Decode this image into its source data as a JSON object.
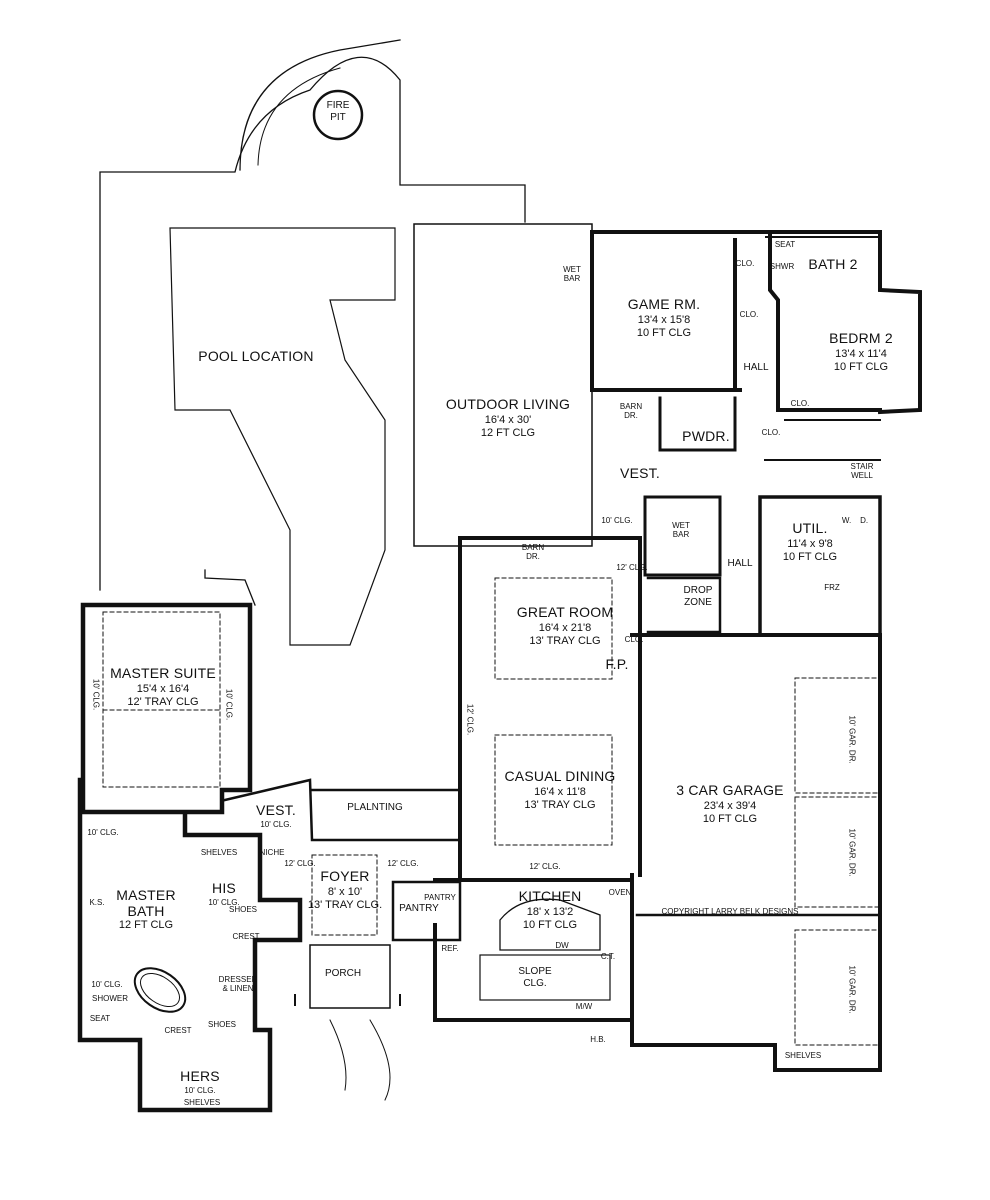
{
  "rooms": {
    "fire_pit": "FIRE\nPIT",
    "pool": "POOL LOCATION",
    "outdoor_living": {
      "name": "OUTDOOR LIVING",
      "dim": "16'4 x 30'",
      "clg": "12 FT CLG"
    },
    "game_room": {
      "name": "GAME RM.",
      "dim": "13'4 x 15'8",
      "clg": "10 FT CLG"
    },
    "bedroom2": {
      "name": "BEDRM 2",
      "dim": "13'4 x 11'4",
      "clg": "10 FT CLG"
    },
    "bath2": "BATH 2",
    "powder": "PWDR.",
    "vest_top": "VEST.",
    "util": {
      "name": "UTIL.",
      "dim": "11'4 x 9'8",
      "clg": "10 FT CLG"
    },
    "great_room": {
      "name": "GREAT ROOM",
      "dim": "16'4 x 21'8",
      "clg": "13' TRAY CLG"
    },
    "casual_dining": {
      "name": "CASUAL DINING",
      "dim": "16'4 x 11'8",
      "clg": "13' TRAY CLG"
    },
    "garage": {
      "name": "3 CAR GARAGE",
      "dim": "23'4 x 39'4",
      "clg": "10 FT CLG"
    },
    "master_suite": {
      "name": "MASTER SUITE",
      "dim": "15'4 x 16'4",
      "clg": "12' TRAY CLG"
    },
    "vest_low": {
      "name": "VEST.",
      "clg": "10' CLG."
    },
    "plainting": "PLALNTING",
    "foyer": {
      "name": "FOYER",
      "dim": "8' x 10'",
      "clg": "13' TRAY CLG."
    },
    "master_bath": {
      "name": "MASTER\nBATH",
      "clg": "12 FT CLG"
    },
    "his": {
      "name": "HIS",
      "clg": "10' CLG."
    },
    "hers": {
      "name": "HERS",
      "clg": "10' CLG."
    },
    "kitchen": {
      "name": "KITCHEN",
      "dim": "18' x 13'2",
      "clg": "10 FT CLG"
    },
    "slope": {
      "name": "SLOPE",
      "clg": "CLG."
    },
    "porch": "PORCH",
    "pantry": "PANTRY",
    "drop_zone": "DROP\nZONE",
    "hall_top": "HALL",
    "hall_mid": "HALL",
    "fp": "F.P."
  },
  "notes": {
    "wet_bar_top": "WET\nBAR",
    "wet_bar_mid": "WET\nBAR",
    "barn_dr_top": "BARN\nDR.",
    "barn_dr_mid": "BARN\nDR.",
    "clo_1": "CLO.",
    "clo_2": "CLO.",
    "clo_3": "CLO.",
    "clo_4": "CLO.",
    "clo_5": "CLO.",
    "seat_top": "SEAT",
    "shwr": "SHWR",
    "stair_well": "STAIR\nWELL",
    "wd": "W.    D.",
    "frz": "FRZ",
    "ten_clg_a": "10' CLG.",
    "twelve_clg_a": "12' CLG.",
    "twelve_clg_b": "12' CLG.",
    "twelve_clg_c": "12' CLG.",
    "twelve_clg_d": "12' CLG.",
    "twelve_clg_e": "12' CLG.",
    "ten_clg_b": "10' CLG.",
    "ten_clg_ms_l": "10' CLG.",
    "ten_clg_ms_r": "10' CLG.",
    "ten_clg_shower": "10' CLG.",
    "shelves_his": "SHELVES",
    "shoes_his": "SHOES",
    "crest_his": "CREST",
    "niche": "NICHE",
    "dresser": "DRESSER\n& LINEN",
    "shoes_hers": "SHOES",
    "crest_hers": "CREST",
    "shelves_hers": "SHELVES",
    "shower": "SHOWER",
    "seat_low": "SEAT",
    "ks": "K.S.",
    "pantry_small": "PANTRY",
    "oven": "OVEN",
    "ref": "REF.",
    "dw": "DW",
    "mw": "M/W",
    "ct": "C.T.",
    "hb": "H.B.",
    "shelves_garage": "SHELVES",
    "gar_dr_1": "10' GAR. DR.",
    "gar_dr_2": "10' GAR. DR.",
    "gar_dr_3": "10' GAR. DR.",
    "copyright": "COPYRIGHT LARRY BELK DESIGNS"
  }
}
